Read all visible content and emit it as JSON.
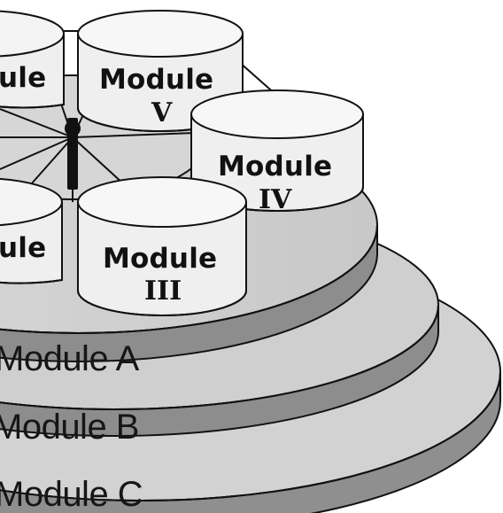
{
  "diagram": {
    "platform_labels": {
      "a": "Module A",
      "b": "Module B",
      "c": "Module C"
    },
    "cylinders": {
      "top_left_partial": "ule",
      "v": {
        "title": "Module",
        "numeral": "V"
      },
      "iv": {
        "title": "Module",
        "numeral": "IV"
      },
      "lower_left_partial": "ule",
      "iii": {
        "title": "Module",
        "numeral": "III"
      }
    },
    "colors": {
      "background": "#ffffff",
      "platform_top": "#cfcfcf",
      "platform_side": "#8d8d8d",
      "cylinder_fill": "#efefef",
      "outline": "#111111",
      "post": "#111111"
    }
  }
}
